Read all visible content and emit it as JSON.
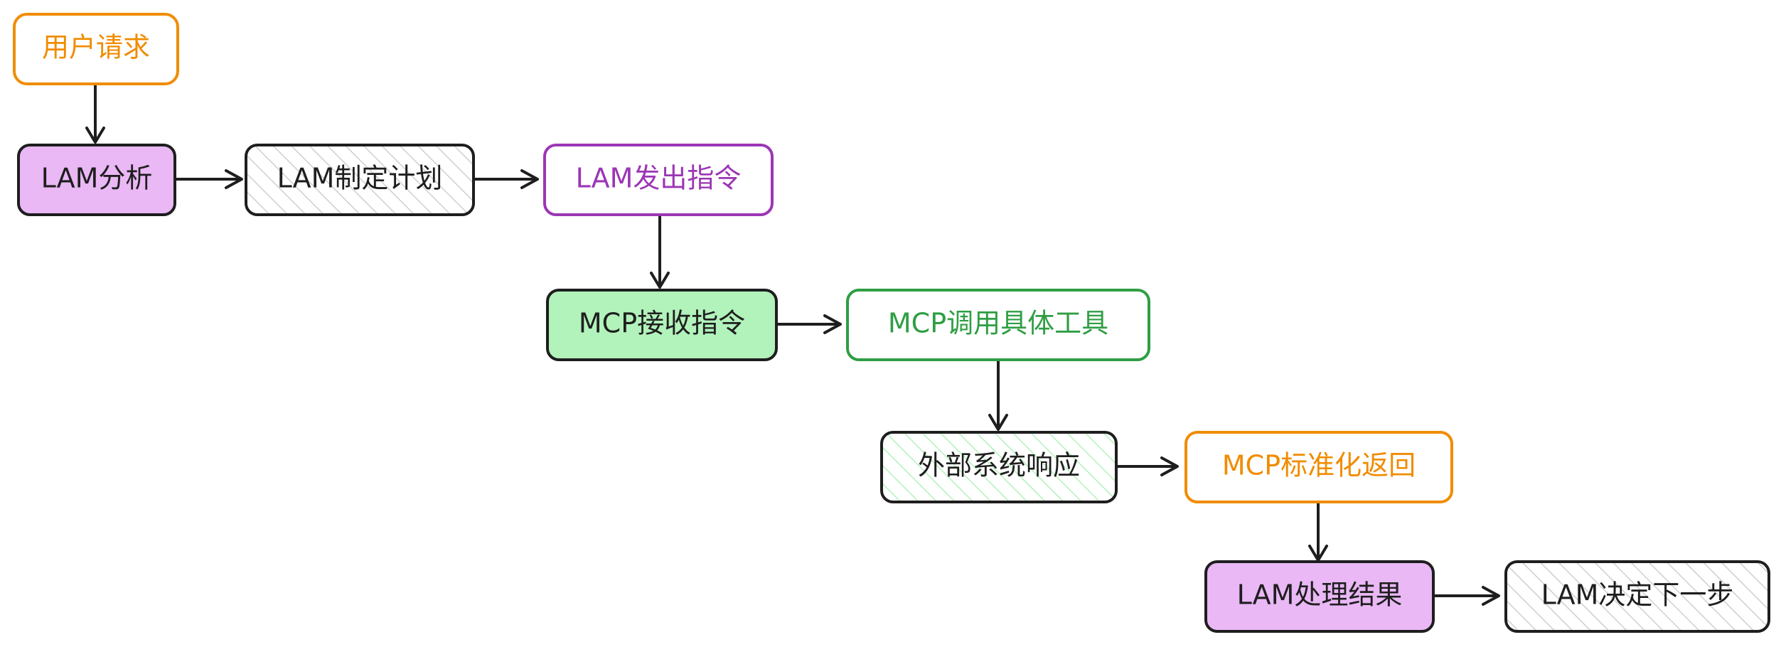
{
  "diagram": {
    "nodes": {
      "user_request": {
        "label": "用户请求",
        "style": "orange"
      },
      "lam_analyze": {
        "label": "LAM分析",
        "style": "purple-fill"
      },
      "lam_plan": {
        "label": "LAM制定计划",
        "style": "gray-hatch"
      },
      "lam_issue": {
        "label": "LAM发出指令",
        "style": "purple"
      },
      "mcp_receive": {
        "label": "MCP接收指令",
        "style": "green-fill"
      },
      "mcp_call": {
        "label": "MCP调用具体工具",
        "style": "green"
      },
      "ext_response": {
        "label": "外部系统响应",
        "style": "green-hatch"
      },
      "mcp_return": {
        "label": "MCP标准化返回",
        "style": "orange"
      },
      "lam_process": {
        "label": "LAM处理结果",
        "style": "purple-fill"
      },
      "lam_next": {
        "label": "LAM决定下一步",
        "style": "gray-hatch"
      }
    },
    "edges": [
      [
        "user_request",
        "lam_analyze"
      ],
      [
        "lam_analyze",
        "lam_plan"
      ],
      [
        "lam_plan",
        "lam_issue"
      ],
      [
        "lam_issue",
        "mcp_receive"
      ],
      [
        "mcp_receive",
        "mcp_call"
      ],
      [
        "mcp_call",
        "ext_response"
      ],
      [
        "ext_response",
        "mcp_return"
      ],
      [
        "mcp_return",
        "lam_process"
      ],
      [
        "lam_process",
        "lam_next"
      ]
    ],
    "colors": {
      "orange": "#f08c00",
      "purple": "#9c36b5",
      "purple_fill": "#e9b8f5",
      "green": "#2f9e44",
      "green_fill": "#b2f2bb",
      "green_hatch": "#b2f2bb",
      "gray_hatch": "#cfcfcf",
      "dark": "#1e1e1e"
    }
  }
}
